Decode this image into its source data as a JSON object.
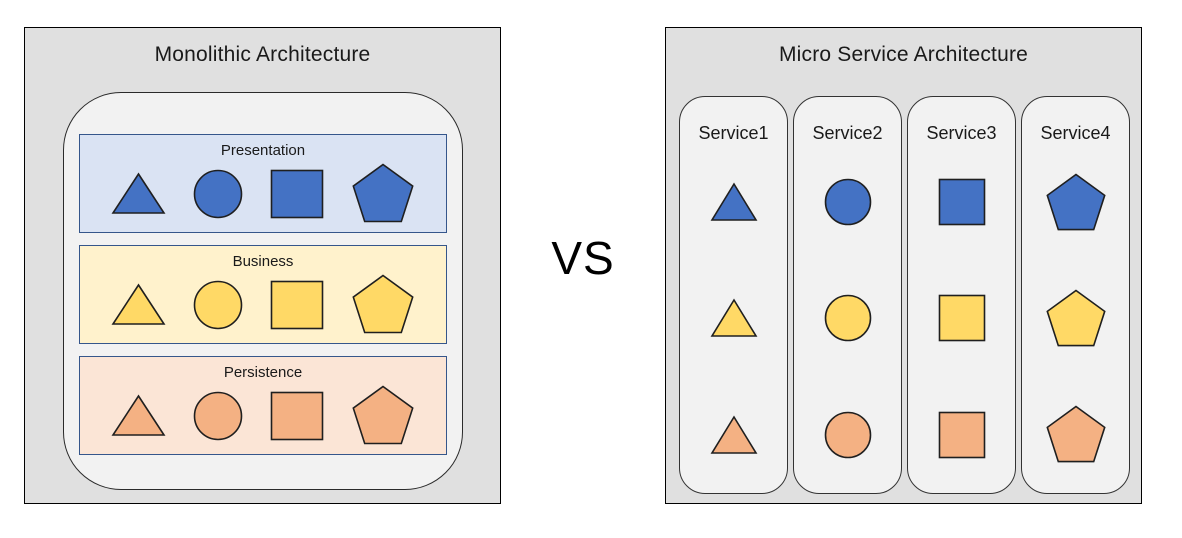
{
  "vs_label": "VS",
  "monolith": {
    "title": "Monolithic Architecture",
    "shape_order": [
      "triangle",
      "circle",
      "square",
      "pentagon"
    ],
    "layers": [
      {
        "label": "Presentation",
        "band_color": "#dae3f3",
        "shape_color": "#4472c4"
      },
      {
        "label": "Business",
        "band_color": "#fff2cc",
        "shape_color": "#ffd966"
      },
      {
        "label": "Persistence",
        "band_color": "#fbe5d6",
        "shape_color": "#f4b183"
      }
    ]
  },
  "microservice": {
    "title": "Micro Service Architecture",
    "services": [
      {
        "label": "Service1",
        "shape": "triangle"
      },
      {
        "label": "Service2",
        "shape": "circle"
      },
      {
        "label": "Service3",
        "shape": "square"
      },
      {
        "label": "Service4",
        "shape": "pentagon"
      }
    ],
    "layer_colors": [
      "#4472c4",
      "#ffd966",
      "#f4b183"
    ]
  },
  "colors": {
    "panel_background": "#e0e0e0",
    "panel_border": "#000000",
    "container_background": "#f2f2f2",
    "container_border": "#2b2b2b",
    "band_border": "#35568b",
    "shape_outline": "#1f1f1f",
    "text": "#1a1a1a"
  }
}
